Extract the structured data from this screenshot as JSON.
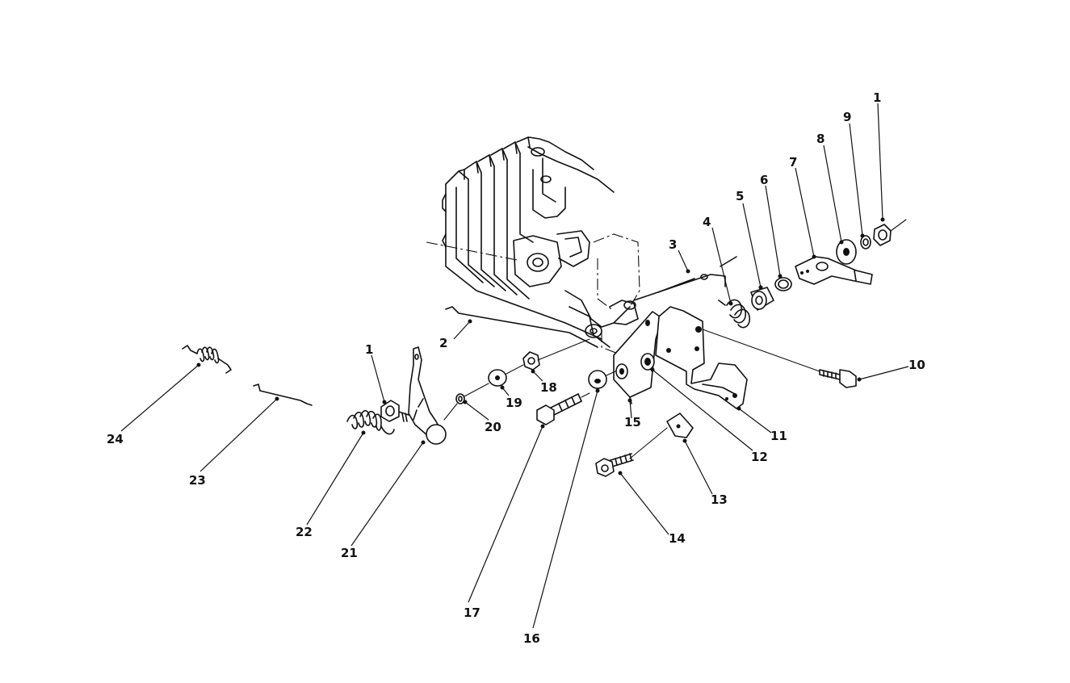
{
  "callouts": [
    {
      "id": "c1a",
      "text": "1"
    },
    {
      "id": "c1b",
      "text": "1"
    },
    {
      "id": "c2",
      "text": "2"
    },
    {
      "id": "c3",
      "text": "3"
    },
    {
      "id": "c4",
      "text": "4"
    },
    {
      "id": "c5",
      "text": "5"
    },
    {
      "id": "c6",
      "text": "6"
    },
    {
      "id": "c7",
      "text": "7"
    },
    {
      "id": "c8",
      "text": "8"
    },
    {
      "id": "c9",
      "text": "9"
    },
    {
      "id": "c10",
      "text": "10"
    },
    {
      "id": "c11",
      "text": "11"
    },
    {
      "id": "c12",
      "text": "12"
    },
    {
      "id": "c13",
      "text": "13"
    },
    {
      "id": "c14",
      "text": "14"
    },
    {
      "id": "c15",
      "text": "15"
    },
    {
      "id": "c16",
      "text": "16"
    },
    {
      "id": "c17",
      "text": "17"
    },
    {
      "id": "c18",
      "text": "18"
    },
    {
      "id": "c19",
      "text": "19"
    },
    {
      "id": "c20",
      "text": "20"
    },
    {
      "id": "c21",
      "text": "21"
    },
    {
      "id": "c22",
      "text": "22"
    },
    {
      "id": "c23",
      "text": "23"
    },
    {
      "id": "c24",
      "text": "24"
    }
  ]
}
